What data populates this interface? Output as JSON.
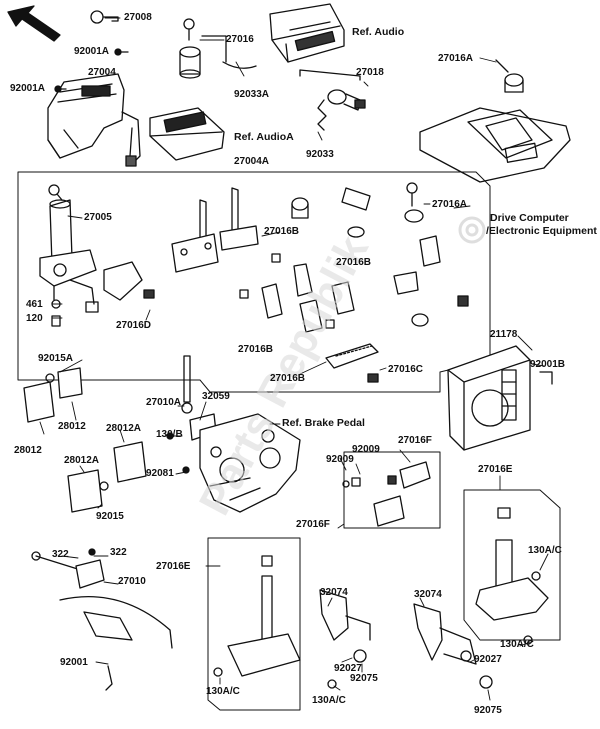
{
  "parts": {
    "p27008": "27008",
    "p92001A_top": "92001A",
    "p92001A_left": "92001A",
    "p27004": "27004",
    "p27016_top": "27016",
    "p92033A": "92033A",
    "p27018": "27018",
    "p92033": "92033",
    "p27016A_top": "27016A",
    "p27004A": "27004A",
    "p27005": "27005",
    "p27016A_mid": "27016A",
    "p27016B_1": "27016B",
    "p27016B_2": "27016B",
    "p27016B_3": "27016B",
    "p27016B_4": "27016B",
    "p27016C": "27016C",
    "p27016D": "27016D",
    "p461": "461",
    "p120": "120",
    "p21178": "21178",
    "p92001B": "92001B",
    "p92015A": "92015A",
    "p28012_a": "28012",
    "p28012_b": "28012",
    "p27010A": "27010A",
    "p32059": "32059",
    "p130B": "130/B",
    "p28012A_a": "28012A",
    "p28012A_b": "28012A",
    "p92081": "92081",
    "p92015": "92015",
    "p92009_a": "92009",
    "p92009_b": "92009",
    "p27016F_a": "27016F",
    "p27016F_b": "27016F",
    "p27016E_right": "27016E",
    "p27016E_left": "27016E",
    "p322_a": "322",
    "p322_b": "322",
    "p27010": "27010",
    "p92001": "92001",
    "p32074_a": "32074",
    "p32074_b": "32074",
    "p130AC_right": "130A/C",
    "p130AC_right2": "130A/C",
    "p130AC_left": "130A/C",
    "p130AC_mid": "130A/C",
    "p92027_a": "92027",
    "p92027_b": "92027",
    "p92075_a": "92075",
    "p92075_b": "92075"
  },
  "refs": {
    "audio": "Ref. Audio",
    "audioA": "Ref. AudioA",
    "brake": "Ref. Brake Pedal",
    "drive1": "Drive Computer",
    "drive2": "/Electronic Equipment"
  },
  "watermark": "Parts Republik"
}
